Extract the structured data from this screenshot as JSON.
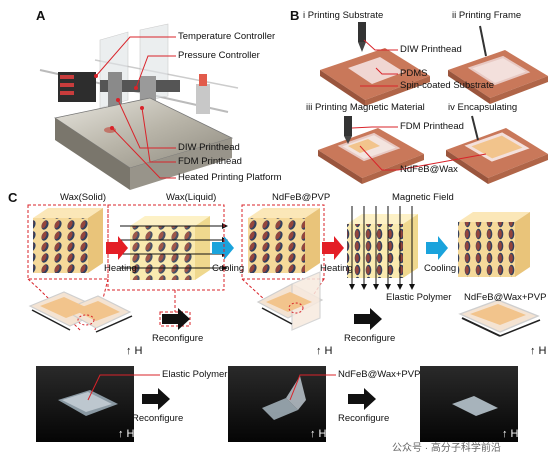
{
  "panel_a": {
    "label": "A",
    "callouts": {
      "temperature_controller": "Temperature Controller",
      "pressure_controller": "Pressure Controller",
      "diw_printhead": "DIW Printhead",
      "fdm_printhead": "FDM Printhead",
      "heated_platform": "Heated Printing Platform"
    }
  },
  "panel_b": {
    "label": "B",
    "steps": {
      "i": "i Printing Substrate",
      "ii": "ii Printing Frame",
      "iii": "iii Printing Magnetic Material",
      "iv": "iv Encapsulating"
    },
    "callouts": {
      "diw_printhead": "DIW Printhead",
      "pdms": "PDMS",
      "spin_coated": "Spin-coated Substrate",
      "fdm_printhead": "FDM Printhead",
      "ndfeb_wax": "NdFeB@Wax"
    }
  },
  "panel_c": {
    "label": "C",
    "cube_labels": {
      "wax_solid": "Wax(Solid)",
      "wax_liquid": "Wax(Liquid)",
      "ndfeb_pvp": "NdFeB@PVP",
      "magnetic_field": "Magnetic Field"
    },
    "process": {
      "heating_1": "Heating",
      "cooling_1": "Cooling",
      "heating_2": "Heating",
      "cooling_2": "Cooling"
    },
    "device_labels": {
      "elastic_polymer": "Elastic Polymer",
      "ndfeb_wax_pvp": "NdFeB@Wax+PVP"
    },
    "reconfigure": "Reconfigure",
    "field_symbol": "↑ H",
    "photo_labels": {
      "elastic_polymer": "Elastic Polymer",
      "ndfeb_wax_pvp": "NdFeB@Wax+PVP"
    }
  },
  "watermark": "公众号 · 高分子科学前沿",
  "colors": {
    "callout_red": "#d9232a",
    "arrow_red": "#e41e26",
    "arrow_blue": "#1aa3dc",
    "substrate": "#c9785a",
    "cube_face": "#f5d99a",
    "particle": "#3b4a6b"
  }
}
